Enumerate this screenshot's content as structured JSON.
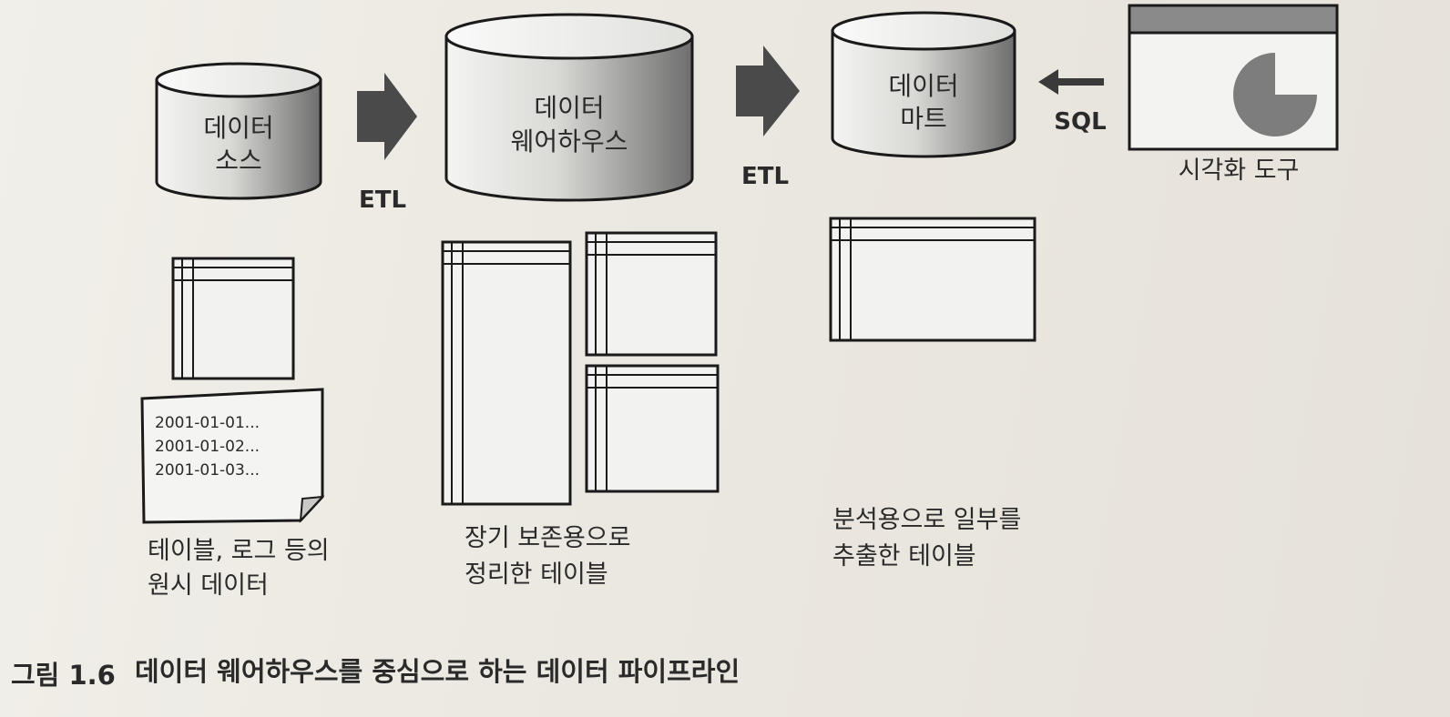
{
  "sources": {
    "cylinder_line1": "데이터",
    "cylinder_line2": "소스",
    "log_lines": [
      "2001-01-01...",
      "2001-01-02...",
      "2001-01-03..."
    ],
    "caption_line1": "테이블, 로그 등의",
    "caption_line2": "원시 데이터"
  },
  "etl1_label": "ETL",
  "warehouse": {
    "cylinder_line1": "데이터",
    "cylinder_line2": "웨어하우스",
    "caption_line1": "장기 보존용으로",
    "caption_line2": "정리한 테이블"
  },
  "etl2_label": "ETL",
  "mart": {
    "cylinder_line1": "데이터",
    "cylinder_line2": "마트",
    "caption_line1": "분석용으로 일부를",
    "caption_line2": "추출한 테이블"
  },
  "sql_label": "SQL",
  "viz_tool_label": "시각화 도구",
  "figure": {
    "number": "그림 1.6",
    "title": "데이터 웨어하우스를 중심으로 하는 데이터 파이프라인"
  },
  "colors": {
    "arrow": "#4a4a4a",
    "cylinder_light": "#f2f2f0",
    "cylinder_dark": "#7a7a7a",
    "pie": "#7d7d7d",
    "window_bar": "#8a8a8a"
  }
}
